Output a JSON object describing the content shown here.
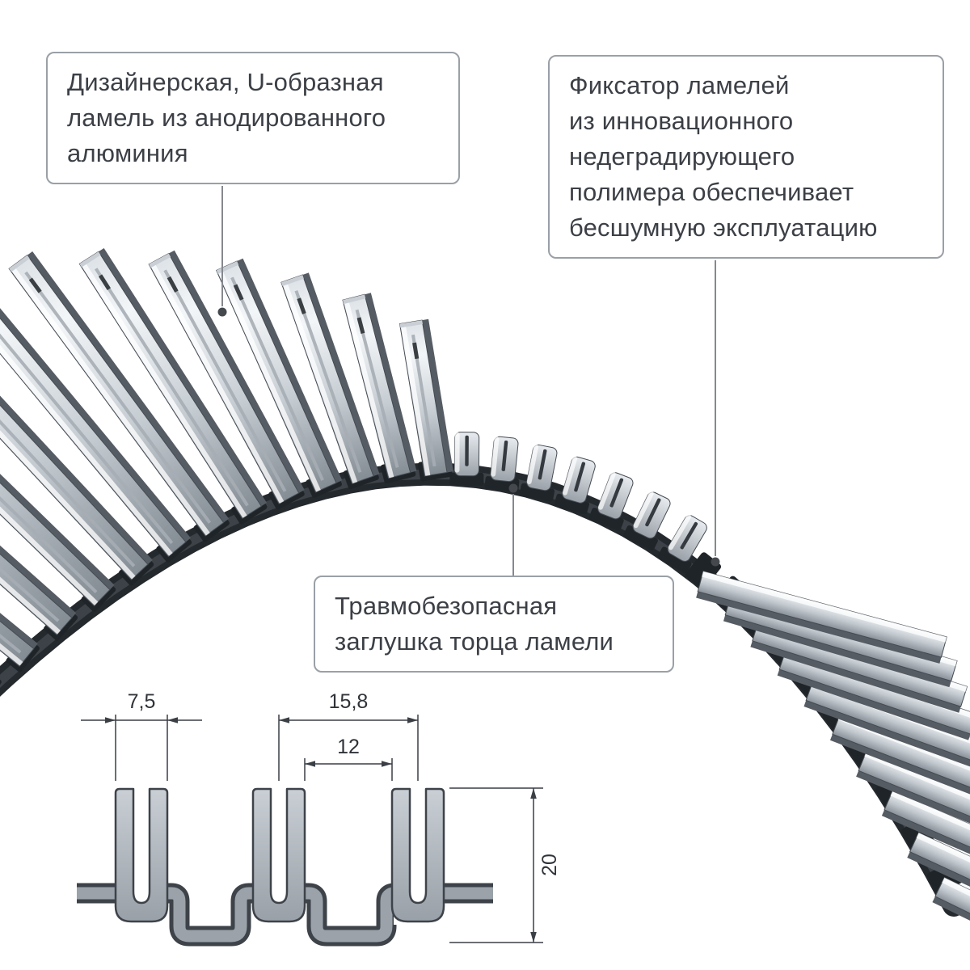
{
  "callouts": {
    "lamella": "Дизайнерская, U-образная\nламель из анодированного\nалюминия",
    "fixator": "Фиксатор ламелей\nиз инновационного\nнедеградирующего\nполимера обеспечивает\nбесшумную эксплуатацию",
    "endcap": "Травмобезопасная\nзаглушка торца ламели"
  },
  "dimensions": {
    "lamella_width": "7,5",
    "pitch": "15,8",
    "inner_gap": "12",
    "height": "20"
  },
  "colors": {
    "text": "#3c4046",
    "box_border": "#9aa0a6",
    "metal_light": "#f3f6f8",
    "metal_mid": "#c6cdd3",
    "metal_dark": "#848c94",
    "clip_dark": "#1f2428",
    "band_dark": "#24292e",
    "dimension_line": "#3a3f45"
  }
}
